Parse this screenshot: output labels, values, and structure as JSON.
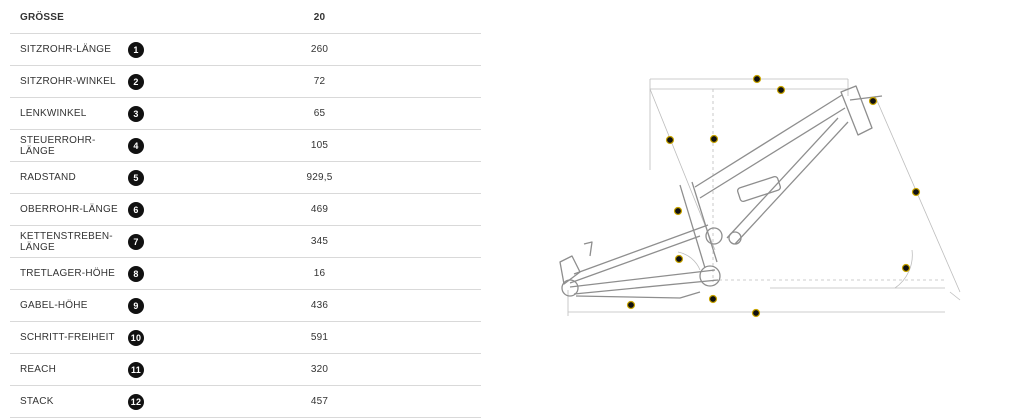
{
  "table": {
    "header": {
      "label": "GRÖSSE",
      "value": "20"
    },
    "rows": [
      {
        "num": "1",
        "label": "SITZROHR-LÄNGE",
        "value": "260"
      },
      {
        "num": "2",
        "label": "SITZROHR-WINKEL",
        "value": "72"
      },
      {
        "num": "3",
        "label": "LENKWINKEL",
        "value": "65"
      },
      {
        "num": "4",
        "label": "STEUERROHR-LÄNGE",
        "value": "105"
      },
      {
        "num": "5",
        "label": "RADSTAND",
        "value": "929,5"
      },
      {
        "num": "6",
        "label": "OBERROHR-LÄNGE",
        "value": "469"
      },
      {
        "num": "7",
        "label": "KETTENSTREBEN-LÄNGE",
        "value": "345"
      },
      {
        "num": "8",
        "label": "TRETLAGER-HÖHE",
        "value": "16"
      },
      {
        "num": "9",
        "label": "GABEL-HÖHE",
        "value": "436"
      },
      {
        "num": "10",
        "label": "SCHRITT-FREIHEIT",
        "value": "591"
      },
      {
        "num": "11",
        "label": "REACH",
        "value": "320"
      },
      {
        "num": "12",
        "label": "STACK",
        "value": "457"
      }
    ]
  },
  "diagram": {
    "markers": [
      "6",
      "11",
      "4",
      "10",
      "12",
      "9",
      "1",
      "3",
      "2",
      "8",
      "7",
      "5"
    ],
    "colors": {
      "frame": "#8e8e8e",
      "dim": "#bdbdbd",
      "marker": "#c8a400"
    }
  }
}
